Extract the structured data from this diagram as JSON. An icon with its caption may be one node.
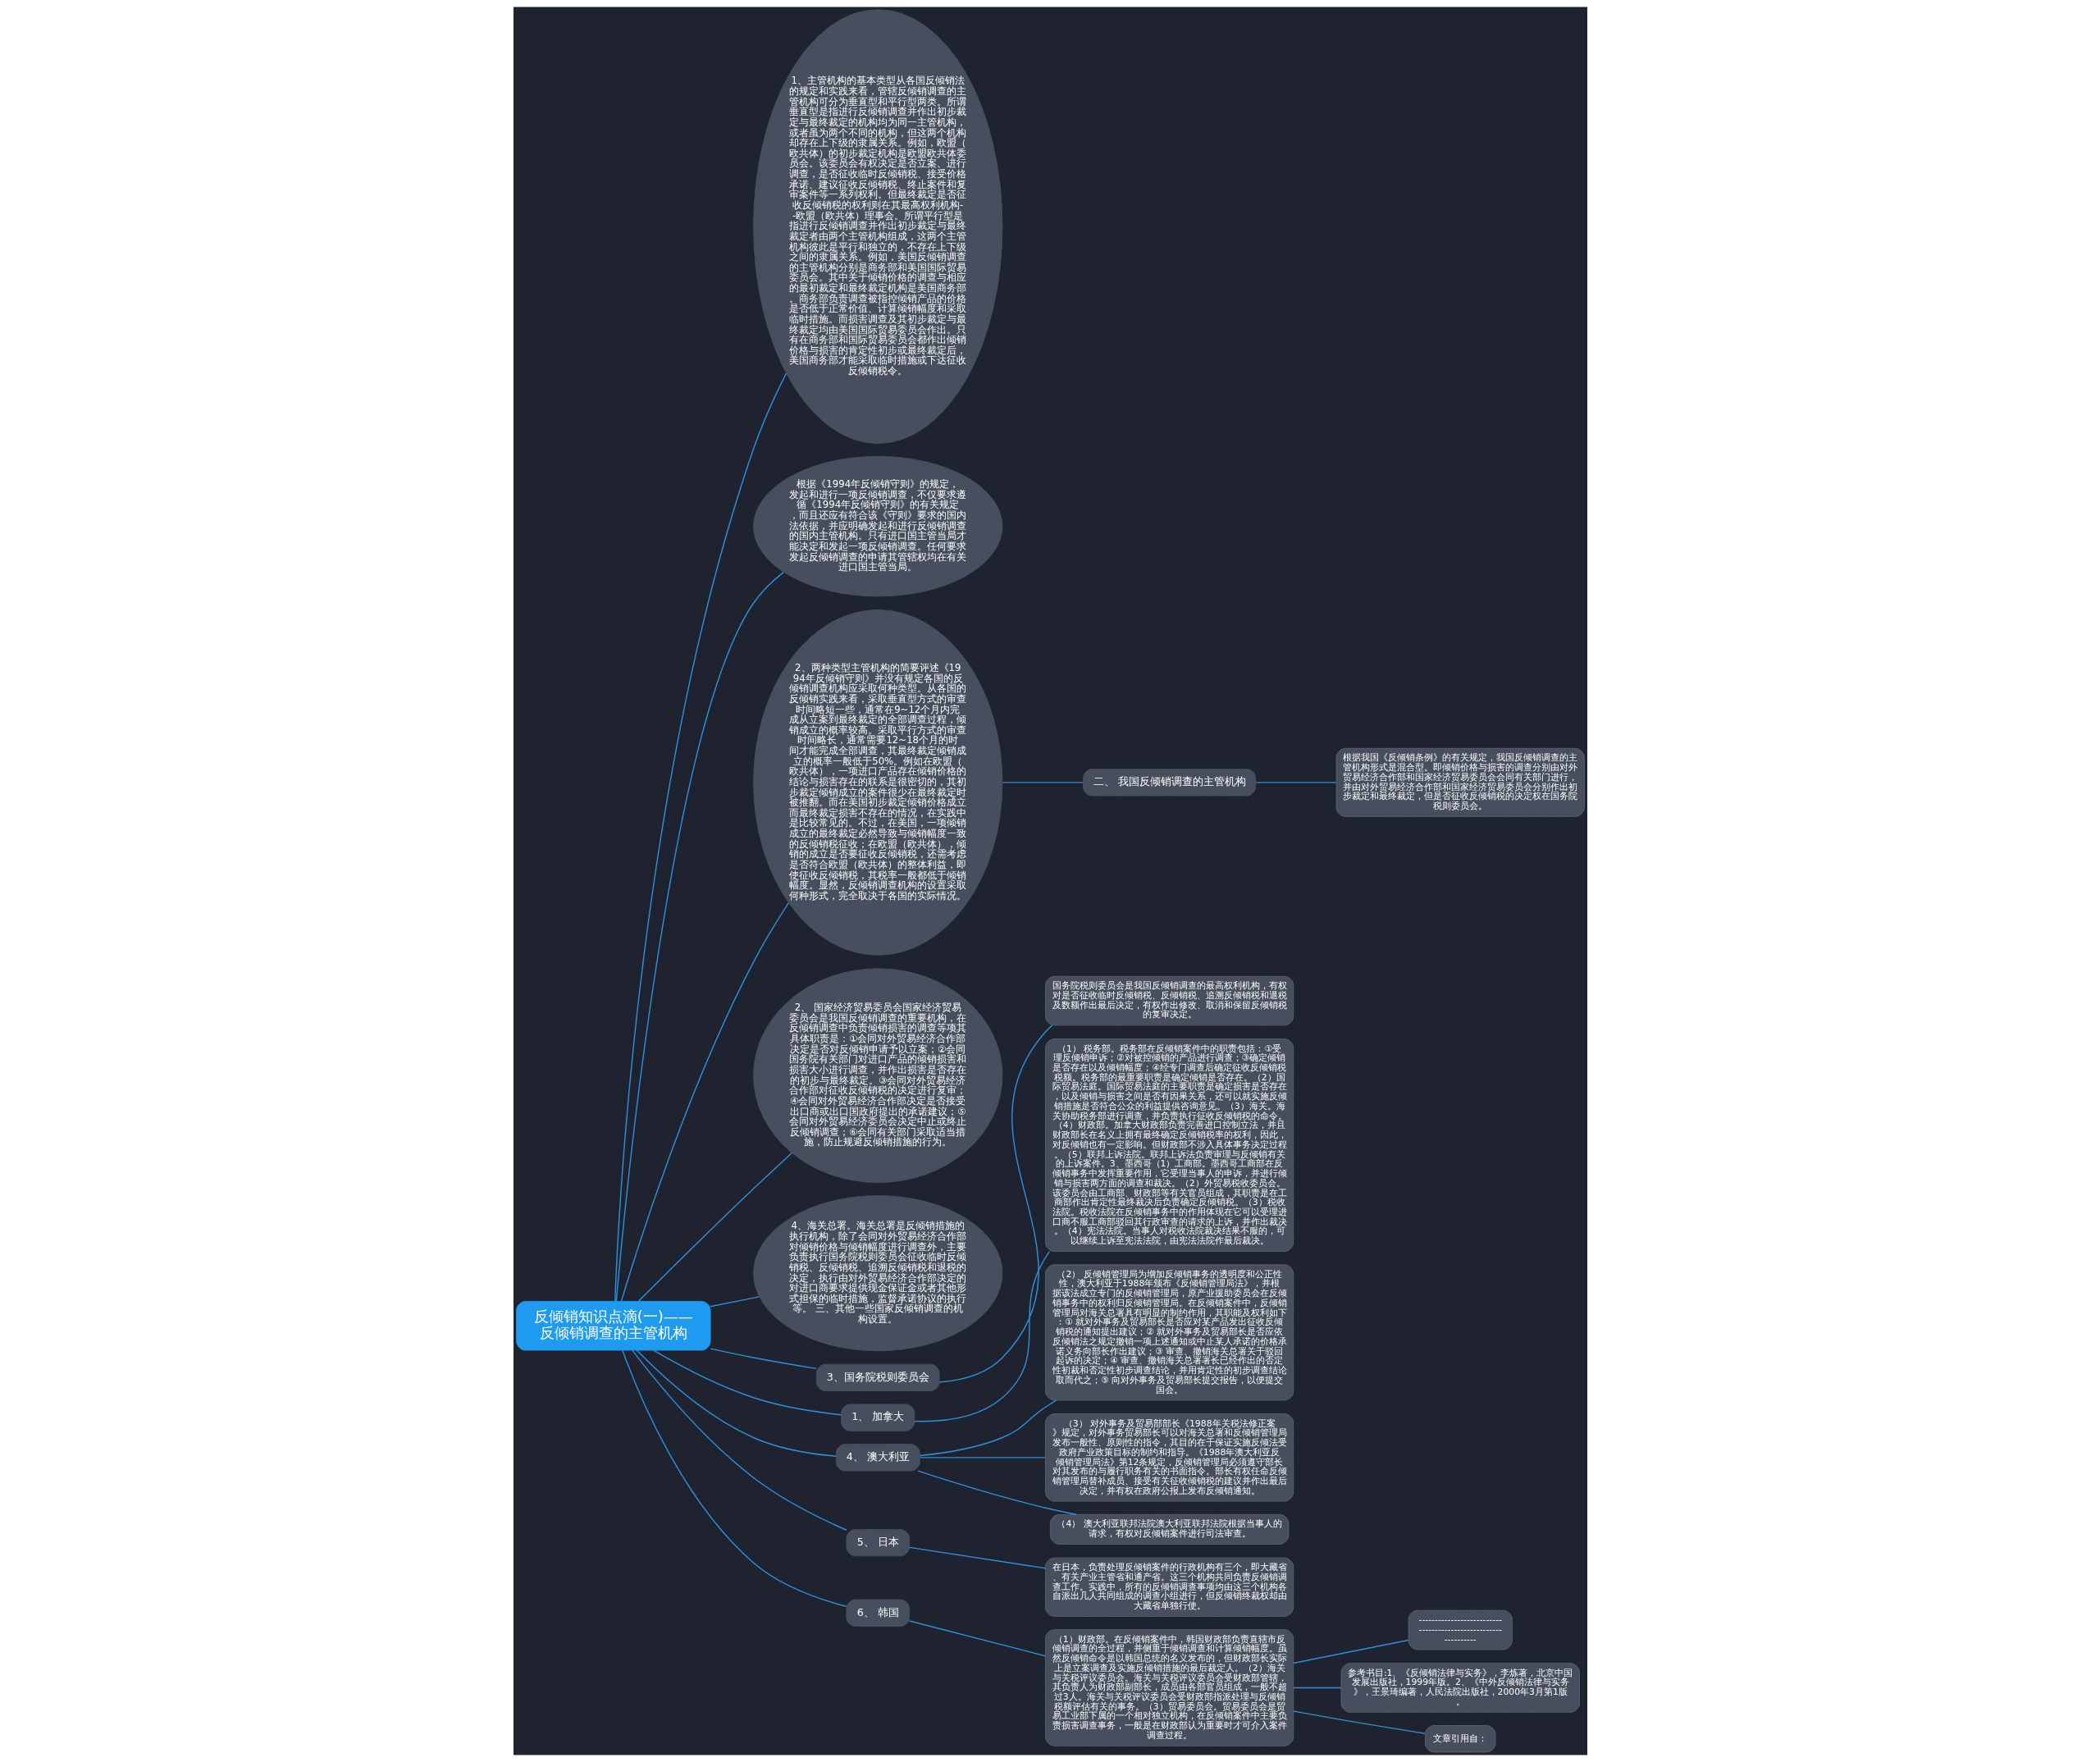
{
  "diagram": {
    "nodes": [
      {
        "text": [
          "反倾销知识点滴(一)——反倾销调查的主管机构"
        ]
      },
      {
        "text": [
          "1、主管机构的基本类型从各国反倾销法的规定和实践来看，管辖反倾销调查的主管机构可分为垂直型和平行型两类。所谓垂直型是指进行反倾销调查并作出初步裁定与最终裁定的机构均为同一主管机构，或者虽为两个不同的机构，但这两个机构却存在上下级的隶属关系。例如，欧盟（欧共体）的初步裁定机构是欧盟欧共体委员会。该委员会有权决定是否立案、进行调查，是否征收临时反倾销税、接受价格承诺、建议征收反倾销税、终止案件和复审案件等一系列权利。但最终裁定是否征收反倾销税的权利则在其最高权利机构--欧盟（欧共体）理事会。所谓平行型是指进行反倾销调查并作出初步裁定与最终裁定者由两个主管机构组成，这两个主管机构彼此是平行和独立的，不存在上下级之间的隶属关系。例如，美国反倾销调查的主管机构分别是商务部和美国国际贸易委员会。其中关于倾销价格的调查与相应的最初裁定和最终裁定机构是美国商务部。商务部负责调查被指控倾销产品的价格是否低于正常价值、计算倾销幅度和采取临时措施。而损害调查及其初步裁定与最终裁定均由美国国际贸易委员会作出。只有在商务部和国际贸易委员会都作出倾销价格与损害的肯定性初步或最终裁定后，美国商务部才能采取临时措施或下达征收反倾销税令。"
        ]
      },
      {
        "text": [
          "根据《1994年反倾销守则》的规定，发起和进行一项反倾销调查，不仅要求遵循《1994年反倾销守则》的有关规定，而且还应有符合该《守则》要求的国内法依据，并应明确发起和进行反倾销调查的国内主管机构。只有进口国主管当局才能决定和发起一项反倾销调查。任何要求发起反倾销调查的申请其管辖权均在有关进口国主管当局。"
        ]
      },
      {
        "text": [
          "2、两种类型主管机构的简要评述《1994年反倾销守则》并没有规定各国的反倾销调查机构应采取何种类型。从各国的反倾销实践来看，采取垂直型方式的审查时间略短一些，通常在9~12个月内完成从立案到最终裁定的全部调查过程，倾销成立的概率较高。采取平行方式的审查时间略长，通常需要12~18个月的时间才能完成全部调查，其最终裁定倾销成立的概率一般低于50%。例如在欧盟（欧共体），一项进口产品存在倾销价格的结论与损害存在的联系是很密切的，其初步裁定倾销成立的案件很少在最终裁定时被推翻。而在美国初步裁定倾销价格成立而最终裁定损害不存在的情况，在实践中是比较常见的。不过，在美国，一项倾销成立的最终裁定必然导致与倾销幅度一致的反倾销税征收；在欧盟（欧共体），倾销的成立是否要征收反倾销税，还需考虑是否符合欧盟（欧共体）的整体利益，即使征收反倾销税，其税率一般都低于倾销幅度。显然，反倾销调查机构的设置采取何种形式，完全取决于各国的实际情况。"
        ]
      },
      {
        "text": [
          "二、 我国反倾销调查的主管机构"
        ]
      },
      {
        "text": [
          "根据我国《反倾销条例》的有关规定，我国反倾销调查的主管机构形式是混合型。即倾销价格与损害的调查分别由对外贸易经济合作部和国家经济贸易委员会会同有关部门进行，并由对外贸易经济合作部和国家经济贸易委员会分别作出初步裁定和最终裁定，但是否征收反倾销税的决定权在国务院税则委员会。"
        ]
      },
      {
        "text": [
          "2、 国家经济贸易委员会国家经济贸易委员会是我国反倾销调查的重要机构，在反倾销调查中负责倾销损害的调查等项其具体职责是：①会同对外贸易经济合作部决定是否对反倾销申请予以立案；②会同国务院有关部门对进口产品的倾销损害和损害大小进行调查，并作出损害是否存在的初步与最终裁定。③会同对外贸易经济合作部对征收反倾销税的决定进行复审；④会同对外贸易经济合作部决定是否接受出口商或出口国政府提出的承诺建议；⑤会同对外贸易经济委员会决定中止或终止反倾销调查；⑥会同有关部门采取适当措施，防止规避反倾销措施的行为。"
        ]
      },
      {
        "text": [
          "4、海关总署。海关总署是反倾销措施的执行机构，除了会同对外贸易经济合作部对倾销价格与倾销幅度进行调查外，主要负责执行国务院税则委员会征收临时反倾销税、反倾销税、追溯反倾销税和退税的决定，执行由对外贸易经济合作部决定的对进口商要求提供现金保证金或者其他形式担保的临时措施，监督承诺协议的执行等。 三、其他一些国家反倾销调查的机构设置。"
        ]
      },
      {
        "text": [
          "3、国务院税则委员会"
        ]
      },
      {
        "text": [
          "国务院税则委员会是我国反倾销调查的最高权利机构，有权对是否征收临时反倾销税、反倾销税、追溯反倾销税和退税及数额作出最后决定，有权作出修改、取消和保留反倾销税的复审决定。"
        ]
      },
      {
        "text": [
          "1、 加拿大"
        ]
      },
      {
        "text": [
          "（1） 税务部。税务部在反倾销案件中的职责包括：①受理反倾销申诉；②对被控倾销的产品进行调查；③确定倾销是否存在以及倾销幅度；④经专门调查后确定征收反倾销税税额。税务部的最重要职责是确定倾销是否存在。（2）国际贸易法庭。国际贸易法庭的主要职责是确定损害是否存在，以及倾销与损害之间是否有因果关系，还可以就实施反倾销措施是否符合公众的利益提供咨询意见。（3）海关。海关协助税务部进行调查，并负责执行征收反倾销税的命令。（4）财政部。加拿大财政部负责完善进口控制立法，并且财政部长在名义上拥有最终确定反倾销税率的权利，因此，对反倾销也有一定影响。但财政部不涉入具体事务决定过程。（5）联邦上诉法院。联邦上诉法负责审理与反倾销有关的上诉案件。3、墨西哥（1）工商部。墨西哥工商部在反倾销事务中发挥重要作用，它受理当事人的申诉，并进行倾销与损害两方面的调查和裁决。（2）外贸易税收委员会。该委员会由工商部、财政部等有关官员组成，其职责是在工商部作出肯定性最终裁决后负责确定反倾销税。（3）税收法院。税收法院在反倾销事务中的作用体现在它可以受理进口商不服工商部驳回其行政审查的请求的上诉，并作出裁决。（4）宪法法院。当事人对税收法院裁决结果不服的，可以继续上诉至宪法法院，由宪法法院作最后裁决。"
        ]
      },
      {
        "text": [
          "4、 澳大利亚"
        ]
      },
      {
        "text": [
          "（2） 反倾销管理局为增加反倾销事务的透明度和公正性性，澳大利亚于1988年颁布《反倾销管理局法》，并根据该法成立专门的反倾销管理局，原产业援助委员会在反倾销事务中的权利归反倾销管理局。在反倾销案件中，反倾销管理局对海关总署具有明显的制约作用，其职能及权利如下：① 就对外事务及贸易部长是否应对某产品发出征收反倾销税的通知提出建议；② 就对外事务及贸易部长是否应依反倾销法之规定撤销一项上述通知或中止某人承诺的价格承诺义务向部长作出建议；③ 审查、撤销海关总署关于驳回起诉的决定；④ 审查、撤销海关总署署长已经作出的否定性初裁和否定性初步调查结论，并用肯定性的初步调查结论取而代之；⑤ 向对外事务及贸易部长提交报告，以便提交国会。"
        ]
      },
      {
        "text": [
          "（3） 对外事务及贸易部部长《1988年关税法修正案》规定，对外事务贸易部长可以对海关总署和反倾销管理局发布一般性、原则性的指令，其目的在于保证实施反倾法受政府产业政策目标的制约和指导。《1988年澳大利亚反倾销管理局法》第12条规定，反倾销管理局必须遵守部长对其发布的与履行职务有关的书面指令。部长有权任命反倾销管理局替补成员、接受有关征收倾销税的建议并作出最后决定，并有权在政府公报上发布反倾销通知。"
        ]
      },
      {
        "text": [
          "（4） 澳大利亚联邦法院澳大利亚联邦法院根据当事人的请求，有权对反倾销案件进行司法审查。"
        ]
      },
      {
        "text": [
          "5、 日本"
        ]
      },
      {
        "text": [
          "在日本，负责处理反倾销案件的行政机构有三个，即大藏省、有关产业主管省和通产省。这三个机构共同负责反倾销调查工作。实践中，所有的反倾销调查事项均由这三个机构各自派出几人共同组成的调查小组进行，但反倾销终裁权却由大藏省单独行使。"
        ]
      },
      {
        "text": [
          "6、 韩国"
        ]
      },
      {
        "text": [
          "（1）财政部。在反倾销案件中，韩国财政部负责直辖市反倾销调查的全过程，并侧重于倾销调查和计算倾销幅度。虽然反倾销命令是以韩国总统的名义发布的，但财政部长实际上是立案调查及实施反倾销措施的最后裁定人。（2）海关与关税评议委员会。海关与关税评议委员会受财政部管辖，其负责人为财政部副部长，成员由各部官员组成，一般不超过3人。海关与关税评议委员会受财政部指派处理与反倾销税额评估有关的事务。（3）贸易委员会。贸易委员会是贸易工业部下属的一个相对独立机构，在反倾销案件中主要负责损害调查事务，一般是在财政部认为重要时才可介入案件调查过程。"
        ]
      },
      {
        "text": [
          "--------------------------------------------------------------"
        ]
      },
      {
        "text": [
          "参考书目:1、《反倾销法律与实务》，李炼著，北京中国发展出版社，1999年版。2、《中外反倾销法律与实务》，王景琦编著，人民法院出版社，2000年3月第1版。"
        ]
      },
      {
        "text": [
          "文章引用自："
        ]
      }
    ],
    "edges": [
      {
        "from": 0,
        "to": 1,
        "arrow": "none"
      },
      {
        "from": 0,
        "to": 2,
        "arrow": "none"
      },
      {
        "from": 0,
        "to": 3,
        "arrow": "none"
      },
      {
        "from": 3,
        "to": 4,
        "arrow": "none"
      },
      {
        "from": 4,
        "to": 5,
        "arrow": "none"
      },
      {
        "from": 0,
        "to": 6,
        "arrow": "none"
      },
      {
        "from": 0,
        "to": 7,
        "arrow": "none"
      },
      {
        "from": 0,
        "to": 8,
        "arrow": "none"
      },
      {
        "from": 8,
        "to": 9,
        "arrow": "none"
      },
      {
        "from": 0,
        "to": 10,
        "arrow": "none"
      },
      {
        "from": 10,
        "to": 11,
        "arrow": "none"
      },
      {
        "from": 0,
        "to": 12,
        "arrow": "none"
      },
      {
        "from": 12,
        "to": 13,
        "arrow": "none"
      },
      {
        "from": 12,
        "to": 14,
        "arrow": "none"
      },
      {
        "from": 12,
        "to": 15,
        "arrow": "none"
      },
      {
        "from": 0,
        "to": 16,
        "arrow": "none"
      },
      {
        "from": 16,
        "to": 17,
        "arrow": "none"
      },
      {
        "from": 0,
        "to": 18,
        "arrow": "none"
      },
      {
        "from": 18,
        "to": 19,
        "arrow": "none"
      },
      {
        "from": 19,
        "to": 20,
        "arrow": "none"
      },
      {
        "from": 19,
        "to": 21,
        "arrow": "none"
      },
      {
        "from": 19,
        "to": 22,
        "arrow": "none"
      }
    ]
  }
}
